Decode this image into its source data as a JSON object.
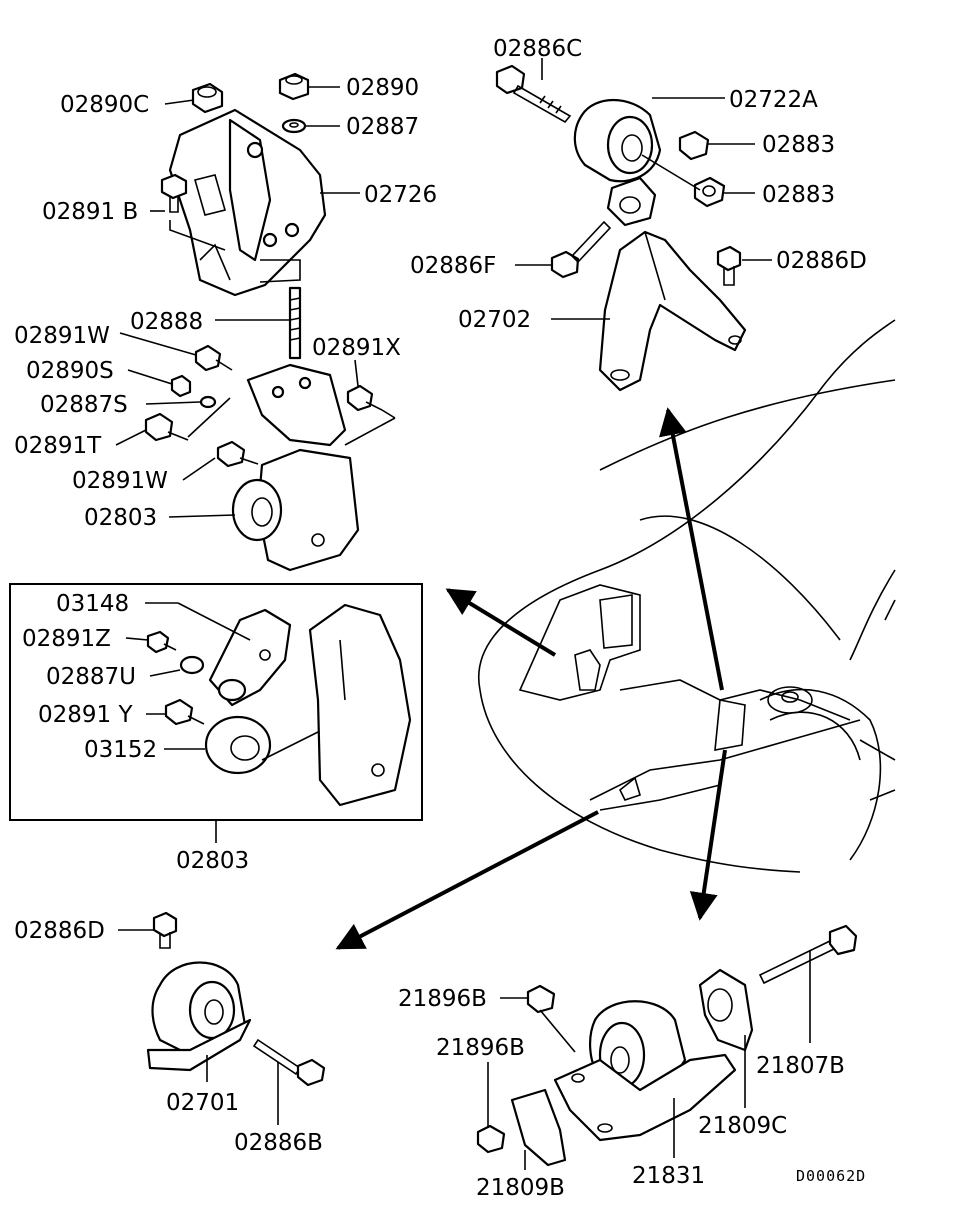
{
  "diagram": {
    "drawing_code": "D00062D",
    "labels": {
      "p02886C": "02886C",
      "p02890": "02890",
      "p02890C": "02890C",
      "p02887": "02887",
      "p02722A": "02722A",
      "p02883a": "02883",
      "p02883b": "02883",
      "p02726": "02726",
      "p02891B": "02891 B",
      "p02886F": "02886F",
      "p02886D_top": "02886D",
      "p02702": "02702",
      "p02888": "02888",
      "p02891W_a": "02891W",
      "p02891X": "02891X",
      "p02890S": "02890S",
      "p02887S": "02887S",
      "p02891T": "02891T",
      "p02891W_b": "02891W",
      "p02803": "02803",
      "p03148": "03148",
      "p02891Z": "02891Z",
      "p02887U": "02887U",
      "p02891Y": "02891 Y",
      "p03152": "03152",
      "p02803_box": "02803",
      "p02886D_bottom": "02886D",
      "p02701": "02701",
      "p02886B": "02886B",
      "p21896B_a": "21896B",
      "p21896B_b": "21896B",
      "p21807B": "21807B",
      "p21809C": "21809C",
      "p21831": "21831",
      "p21809B": "21809B"
    }
  }
}
